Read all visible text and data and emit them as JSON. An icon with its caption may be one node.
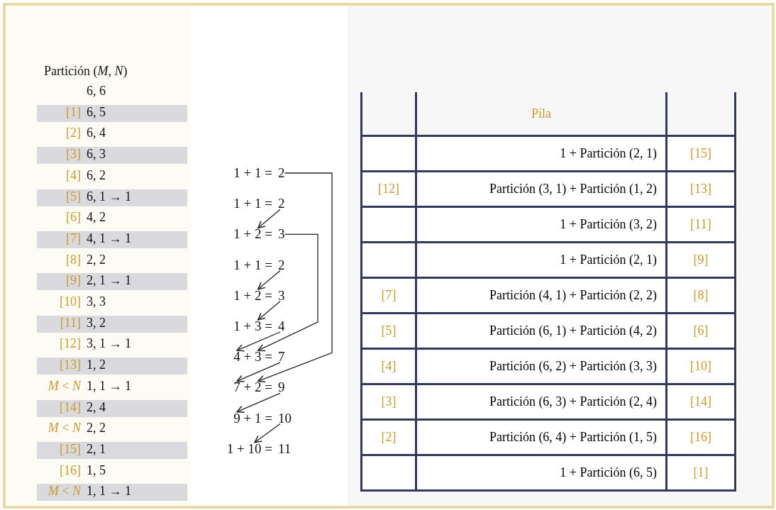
{
  "diagram": {
    "nodes": [
      {
        "text": [
          "1 + 1 ="
        ]
      },
      {
        "text": [
          "2"
        ]
      },
      {
        "text": [
          "1 + 1 ="
        ]
      },
      {
        "text": [
          "2"
        ]
      },
      {
        "text": [
          "1 + 2 ="
        ]
      },
      {
        "text": [
          "3"
        ]
      },
      {
        "text": [
          "1 + 1 ="
        ]
      },
      {
        "text": [
          "2"
        ]
      },
      {
        "text": [
          "1 + 2 ="
        ]
      },
      {
        "text": [
          "3"
        ]
      },
      {
        "text": [
          "1 + 3 ="
        ]
      },
      {
        "text": [
          "4"
        ]
      },
      {
        "text": [
          "4 + 3 ="
        ]
      },
      {
        "text": [
          "7"
        ]
      },
      {
        "text": [
          "7 + 2 ="
        ]
      },
      {
        "text": [
          "9"
        ]
      },
      {
        "text": [
          "9 + 1 ="
        ]
      },
      {
        "text": [
          "10"
        ]
      },
      {
        "text": [
          "1 + 10 ="
        ]
      },
      {
        "text": [
          "11"
        ]
      }
    ],
    "edges": [
      {
        "from": 3,
        "to": 4,
        "arrow": "to"
      },
      {
        "from": 7,
        "to": 8,
        "arrow": "to"
      },
      {
        "from": 9,
        "to": 10,
        "arrow": "to"
      },
      {
        "from": 11,
        "to": 12,
        "arrow": "to"
      },
      {
        "from": 5,
        "to": 12,
        "arrow": "to"
      },
      {
        "from": 13,
        "to": 14,
        "arrow": "to"
      },
      {
        "from": 1,
        "to": 14,
        "arrow": "to"
      },
      {
        "from": 15,
        "to": 16,
        "arrow": "to"
      },
      {
        "from": 17,
        "to": 18,
        "arrow": "to"
      }
    ],
    "labels": [
      "Partición (*M*, *N*)",
      "6, 6",
      "[1]",
      "6, 5",
      "[2]",
      "6, 4",
      "[3]",
      "6, 3",
      "[4]",
      "6, 2",
      "[5]",
      "6, 1 → 1",
      "[6]",
      "4, 2",
      "[7]",
      "4, 1 → 1",
      "[8]",
      "2, 2",
      "[9]",
      "2, 1 → 1",
      "[10]",
      "3, 3",
      "[11]",
      "3, 2",
      "[12]",
      "3, 1 → 1",
      "[13]",
      "1, 2",
      "*M* < *N*",
      "1, 1 → 1",
      "[14]",
      "2, 4",
      "*M* < *N*",
      "2, 2",
      "[15]",
      "2, 1",
      "[16]",
      "1, 5",
      "*M* < *N*",
      "1, 1 → 1",
      "Pila",
      "1 + Partición (2, 1)",
      "[15]",
      "[12]",
      "Partición (3, 1) + Partición (1, 2)",
      "[13]",
      "1 + Partición (3, 2)",
      "[11]",
      "1 + Partición (2, 1)",
      "[9]",
      "[7]",
      "Partición (4, 1) + Partición (2, 2)",
      "[8]",
      "[5]",
      "Partición (6, 1) + Partición (4, 2)",
      "[6]",
      "[4]",
      "Partición (6, 2) + Partición (3, 3)",
      "[10]",
      "[3]",
      "Partición (6, 3) + Partición (2, 4)",
      "[14]",
      "[2]",
      "Partición (6, 4) + Partición (1, 5)",
      "[16]",
      "1 + Partición (6, 5)",
      "[1]"
    ]
  }
}
